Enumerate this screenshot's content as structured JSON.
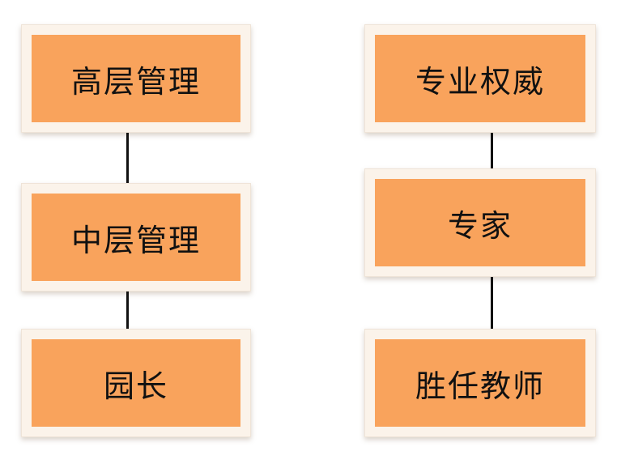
{
  "columns": {
    "left": {
      "nodes": [
        {
          "label": "高层管理"
        },
        {
          "label": "中层管理"
        },
        {
          "label": "园长"
        }
      ]
    },
    "right": {
      "nodes": [
        {
          "label": "专业权威"
        },
        {
          "label": "专家"
        },
        {
          "label": "胜任教师"
        }
      ]
    }
  },
  "colors": {
    "box_fill": "#f9a35c",
    "frame_fill": "#fbf3ea",
    "connector": "#111111",
    "text": "#111111"
  }
}
